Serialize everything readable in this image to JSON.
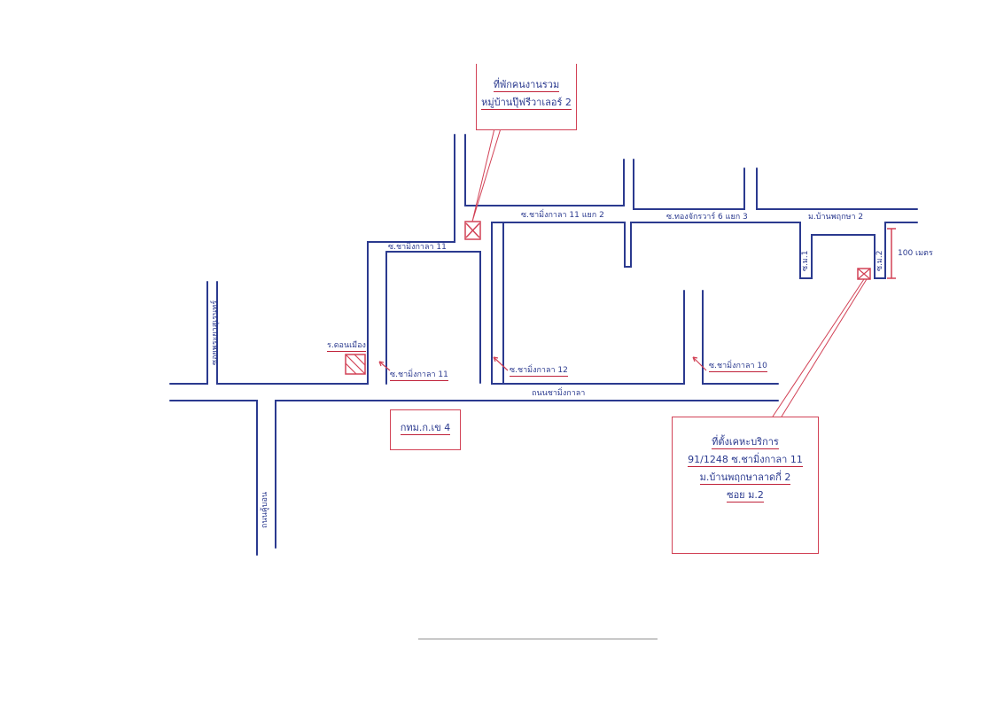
{
  "colors": {
    "road": "#2b3a8f",
    "annotation": "#d24256"
  },
  "labels": {
    "top_box_line1": "ที่พักคนงานรวม",
    "top_box_line2": "หมู่บ้านปุ๊ฟรีวาเลอร์ 2",
    "soi_11_top": "ซ.ชามิ่งกาลา 11",
    "soi_11_ek": "ซ.ชามิ่งกาลา 11 แยก 2",
    "soi_pracha": "ซ.ทองจักรวาร์ 6 แยก 3",
    "mu_ban_top": "ม.บ้านพฤกษา 2",
    "soi_left_vertical": "ซอยพระยาสุเรนทร์",
    "mark_left": "ร.ดอนเมือง",
    "soi_11_low": "ซ.ชามิ่งกาลา 11",
    "soi_12": "ซ.ชามิ่งกาลา 12",
    "soi_10": "ซ.ชามิ่งกาลา 10",
    "main_road": "ถนนชามิ่งกาลา",
    "center_box": "กทม.ก.เข 4",
    "left_vertical_road": "ถนนคู้บอน",
    "soi_right_a": "ซ.ม.1",
    "soi_right_b": "ซ.ม.2",
    "distance": "100 เมตร",
    "site_line1": "ที่ตั้งเคหะบริการ",
    "site_line2": "91/1248 ซ.ชามิ่งกาลา 11",
    "site_line3": "ม.บ้านพฤกษาลาดกี่ 2",
    "site_line4": "ซอย ม.2"
  }
}
